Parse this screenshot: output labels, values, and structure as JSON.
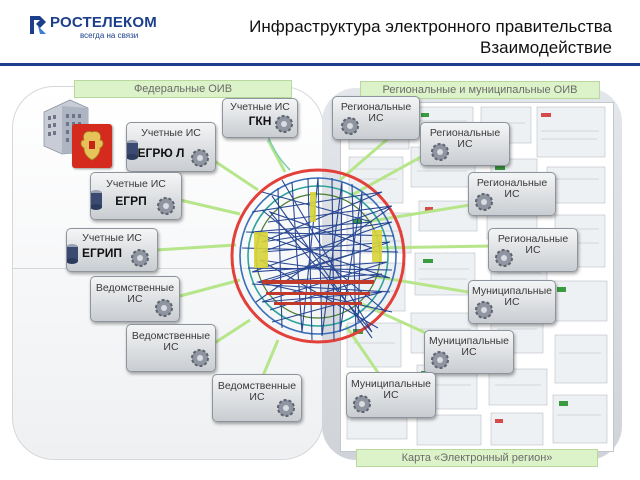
{
  "header": {
    "logo_name": "РОСТЕЛЕКОМ",
    "logo_tagline": "всегда на связи",
    "title_line1": "Инфраструктура электронного правительства",
    "title_line2": "Взаимодействие"
  },
  "sections": {
    "federal": "Федеральные ОИВ",
    "regional": "Региональные и муниципальные ОИВ",
    "map_caption": "Карта «Электронный регион»"
  },
  "federal_systems": [
    {
      "label": "Учетные ИС",
      "code": "ГКН"
    },
    {
      "label": "Учетные ИС",
      "code": "ЕГРЮ Л"
    },
    {
      "label": "Учетные ИС",
      "code": "ЕГРП"
    },
    {
      "label": "Учетные ИС",
      "code": "ЕГРИП"
    }
  ],
  "departmental_systems": [
    {
      "label": "Ведомственные ИС"
    },
    {
      "label": "Ведомственные ИС"
    },
    {
      "label": "Ведомственные ИС"
    }
  ],
  "regional_systems": [
    {
      "label": "Региональные ИС"
    },
    {
      "label": "Региональные ИС"
    },
    {
      "label": "Региональные ИС"
    },
    {
      "label": "Региональные ИС"
    }
  ],
  "municipal_systems": [
    {
      "label": "Муниципальные ИС"
    },
    {
      "label": "Муниципальные ИС"
    },
    {
      "label": "Муниципальные ИС"
    }
  ],
  "colors": {
    "brand": "#1b3f8b",
    "section_tag": "#dcf2c8",
    "hub_ring": "#e2403a",
    "hub_mesh": "#1f3f8f",
    "connector": "#b6e58a"
  },
  "icons": [
    "rostelecom-logo-icon",
    "government-building-icon",
    "coat-of-arms-icon",
    "database-icon",
    "gear-icon",
    "hub-mesh-icon"
  ]
}
